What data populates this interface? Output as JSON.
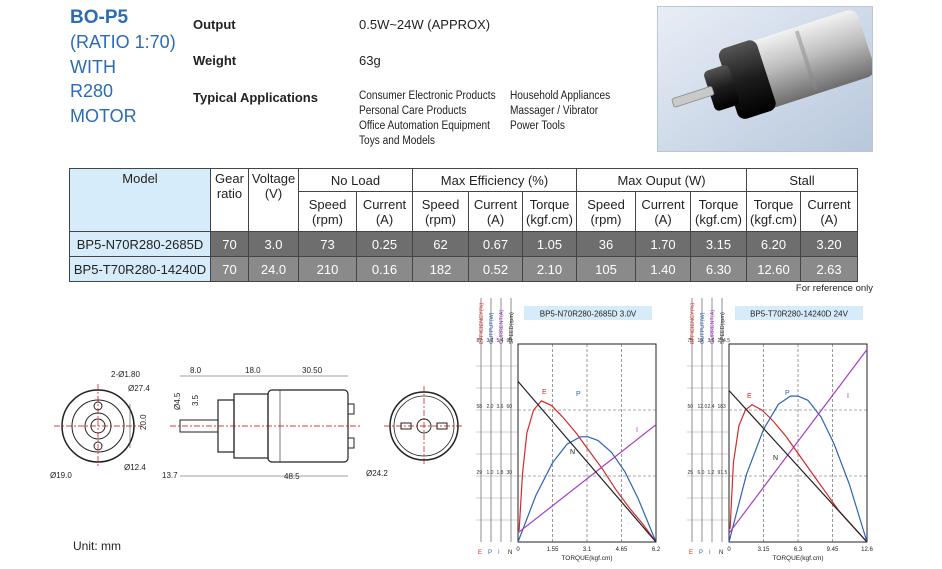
{
  "product": {
    "name": "BO-P5",
    "subtitle_lines": [
      "(RATIO 1:70)",
      "WITH",
      "R280",
      "MOTOR"
    ]
  },
  "specs": {
    "output_label": "Output",
    "output_value": "0.5W~24W (APPROX)",
    "weight_label": "Weight",
    "weight_value": "63g",
    "apps_label": "Typical Applications",
    "apps_col1": [
      "Consumer Electronic Products",
      "Personal Care Products",
      "Office Automation Equipment",
      "Toys and Models"
    ],
    "apps_col2": [
      "Household Appliances",
      "Massager / Vibrator",
      "Power Tools"
    ]
  },
  "table": {
    "h_model": "Model",
    "h_gear": "Gear ratio",
    "h_voltage": "Voltage (V)",
    "h_noload": "No Load",
    "h_maxeff": "Max  Efficiency (%)",
    "h_maxout": "Max Ouput (W)",
    "h_stall": "Stall",
    "sub": {
      "speed_rpm": "Speed (rpm)",
      "current_a": "Current (A)",
      "torque_kgf": "Torque (kgf.cm)"
    },
    "rows": [
      [
        "BP5-N70R280-2685D",
        "70",
        "3.0",
        "73",
        "0.25",
        "62",
        "0.67",
        "1.05",
        "36",
        "1.70",
        "3.15",
        "6.20",
        "3.20"
      ],
      [
        "BP5-T70R280-14240D",
        "70",
        "24.0",
        "210",
        "0.16",
        "182",
        "0.52",
        "2.10",
        "105",
        "1.40",
        "6.30",
        "12.60",
        "2.63"
      ]
    ]
  },
  "reference_note": "For reference only",
  "unit_note": "Unit: mm",
  "drawing": {
    "dims": {
      "d2": "2-Ø1.80",
      "d27": "Ø27.4",
      "d20": "20.0",
      "d124": "Ø12.4",
      "d19": "Ø19.0",
      "l8": "8.0",
      "l18": "18.0",
      "l305": "30.50",
      "d45": "Ø4.5",
      "l35": "3.5",
      "l137": "13.7",
      "l485": "48.5",
      "d242": "Ø24.2"
    }
  },
  "chart_data": [
    {
      "type": "line",
      "title": "BP5-N70R280-2685D  3.0V",
      "xlabel": "TORQUE(kgf.cm)",
      "axis_labels": [
        "EFFICIENCY(%)",
        "OUTPUT(W)",
        "CURRENT(A)",
        "SPEED(rpm)"
      ],
      "axis_letters": [
        "E",
        "P",
        "I",
        "N"
      ],
      "x_ticks": [
        "0",
        "1.55",
        "3.1",
        "4.65",
        "6.2"
      ],
      "y_ticks": [
        [
          "87",
          "3.2",
          "5.4",
          "90"
        ],
        [
          "58",
          "2.0",
          "3.6",
          "60"
        ],
        [
          "29",
          "1.0",
          "1.8",
          "30"
        ]
      ],
      "series": [
        {
          "name": "E",
          "color": "#d42a2a",
          "x": [
            0.05,
            0.2,
            0.4,
            0.7,
            1.05,
            1.5,
            2.0,
            2.6,
            3.2,
            3.8,
            4.4,
            5.0,
            5.6,
            6.2
          ],
          "y": [
            5,
            30,
            48,
            58,
            62,
            60,
            55,
            48,
            40,
            32,
            23,
            15,
            8,
            0
          ]
        },
        {
          "name": "P",
          "color": "#2d62b4",
          "x": [
            0,
            0.8,
            1.55,
            2.2,
            2.8,
            3.15,
            3.6,
            4.2,
            4.8,
            5.4,
            6.2
          ],
          "y": [
            0,
            0.75,
            1.28,
            1.58,
            1.7,
            1.7,
            1.64,
            1.45,
            1.14,
            0.7,
            0
          ]
        },
        {
          "name": "I",
          "color": "#a03cc8",
          "x": [
            0,
            6.2
          ],
          "y": [
            0.25,
            3.2
          ]
        },
        {
          "name": "N",
          "color": "#222222",
          "x": [
            0,
            6.2
          ],
          "y": [
            73,
            0
          ]
        }
      ],
      "xlim": [
        0,
        6.2
      ]
    },
    {
      "type": "line",
      "title": "BP5-T70R280-14240D  24V",
      "xlabel": "TORQUE(kgf.cm)",
      "axis_labels": [
        "EFFICIENCY(%)",
        "OUTPUT(W)",
        "CURRENT(A)",
        "SPEED(rpm)"
      ],
      "axis_letters": [
        "E",
        "P",
        "I",
        "N"
      ],
      "x_ticks": [
        "0",
        "3.15",
        "6.3",
        "9.45",
        "12.6"
      ],
      "y_ticks": [
        [
          "75",
          "19",
          "3.6",
          "274.5"
        ],
        [
          "50",
          "12.0",
          "2.4",
          "183"
        ],
        [
          "25",
          "6.0",
          "1.2",
          "91.5"
        ]
      ],
      "series": [
        {
          "name": "E",
          "color": "#d42a2a",
          "x": [
            0.1,
            0.4,
            0.9,
            1.5,
            2.1,
            3.0,
            4.0,
            5.2,
            6.4,
            7.6,
            8.8,
            10.0,
            11.3,
            12.6
          ],
          "y": [
            5,
            30,
            44,
            50,
            52,
            50,
            46,
            40,
            33,
            26,
            19,
            12,
            6,
            0
          ]
        },
        {
          "name": "P",
          "color": "#2d62b4",
          "x": [
            0,
            1.6,
            3.15,
            4.5,
            5.6,
            6.3,
            7.2,
            8.4,
            9.6,
            11.0,
            12.6
          ],
          "y": [
            0,
            6.5,
            10.8,
            13.2,
            14.0,
            14.0,
            13.6,
            12.0,
            9.4,
            5.5,
            0
          ]
        },
        {
          "name": "I",
          "color": "#a03cc8",
          "x": [
            0,
            12.6
          ],
          "y": [
            0.16,
            3.5
          ]
        },
        {
          "name": "N",
          "color": "#222222",
          "x": [
            0,
            12.6
          ],
          "y": [
            210,
            0
          ]
        }
      ],
      "xlim": [
        0,
        12.6
      ]
    }
  ]
}
